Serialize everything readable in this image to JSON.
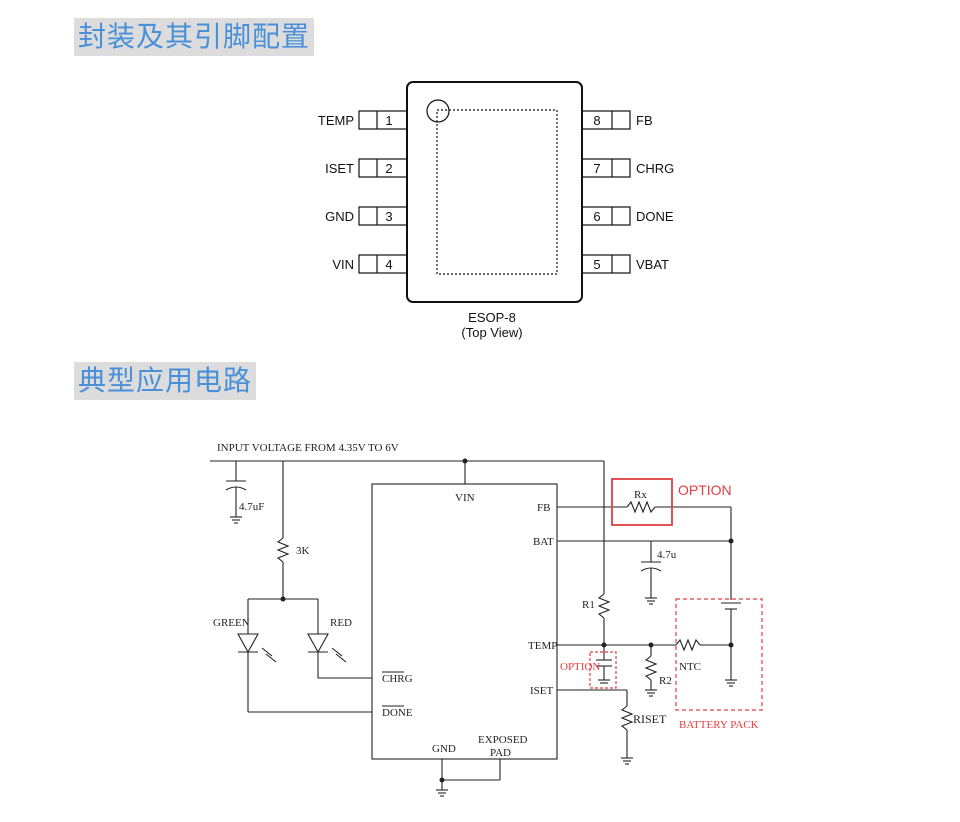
{
  "section_package": {
    "title": "封装及其引脚配置"
  },
  "section_circuit": {
    "title": "典型应用电路"
  },
  "package": {
    "name": "ESOP-8",
    "view": "(Top View)",
    "left_pins": [
      {
        "num": "1",
        "name": "TEMP"
      },
      {
        "num": "2",
        "name": "ISET"
      },
      {
        "num": "3",
        "name": "GND"
      },
      {
        "num": "4",
        "name": "VIN"
      }
    ],
    "right_pins": [
      {
        "num": "8",
        "name": "FB"
      },
      {
        "num": "7",
        "name": "CHRG"
      },
      {
        "num": "6",
        "name": "DONE"
      },
      {
        "num": "5",
        "name": "VBAT"
      }
    ]
  },
  "circuit": {
    "input_label": "INPUT VOLTAGE FROM 4.35V TO 6V",
    "cap_in": "4.7uF",
    "res_led": "3K",
    "led_green": "GREEN",
    "led_red": "RED",
    "ic_vin": "VIN",
    "ic_fb": "FB",
    "ic_bat": "BAT",
    "ic_temp": "TEMP",
    "ic_iset": "ISET",
    "ic_chrg": "CHRG",
    "ic_done": "DONE",
    "ic_gnd": "GND",
    "ic_exposed": "EXPOSED",
    "ic_pad": "PAD",
    "rx": "Rx",
    "option_top": "OPTION",
    "cap_bat": "4.7u",
    "r1": "R1",
    "r2": "R2",
    "ntc": "NTC",
    "option_left": "OPTION",
    "riset": "RISET",
    "battery_pack": "BATTERY PACK"
  }
}
